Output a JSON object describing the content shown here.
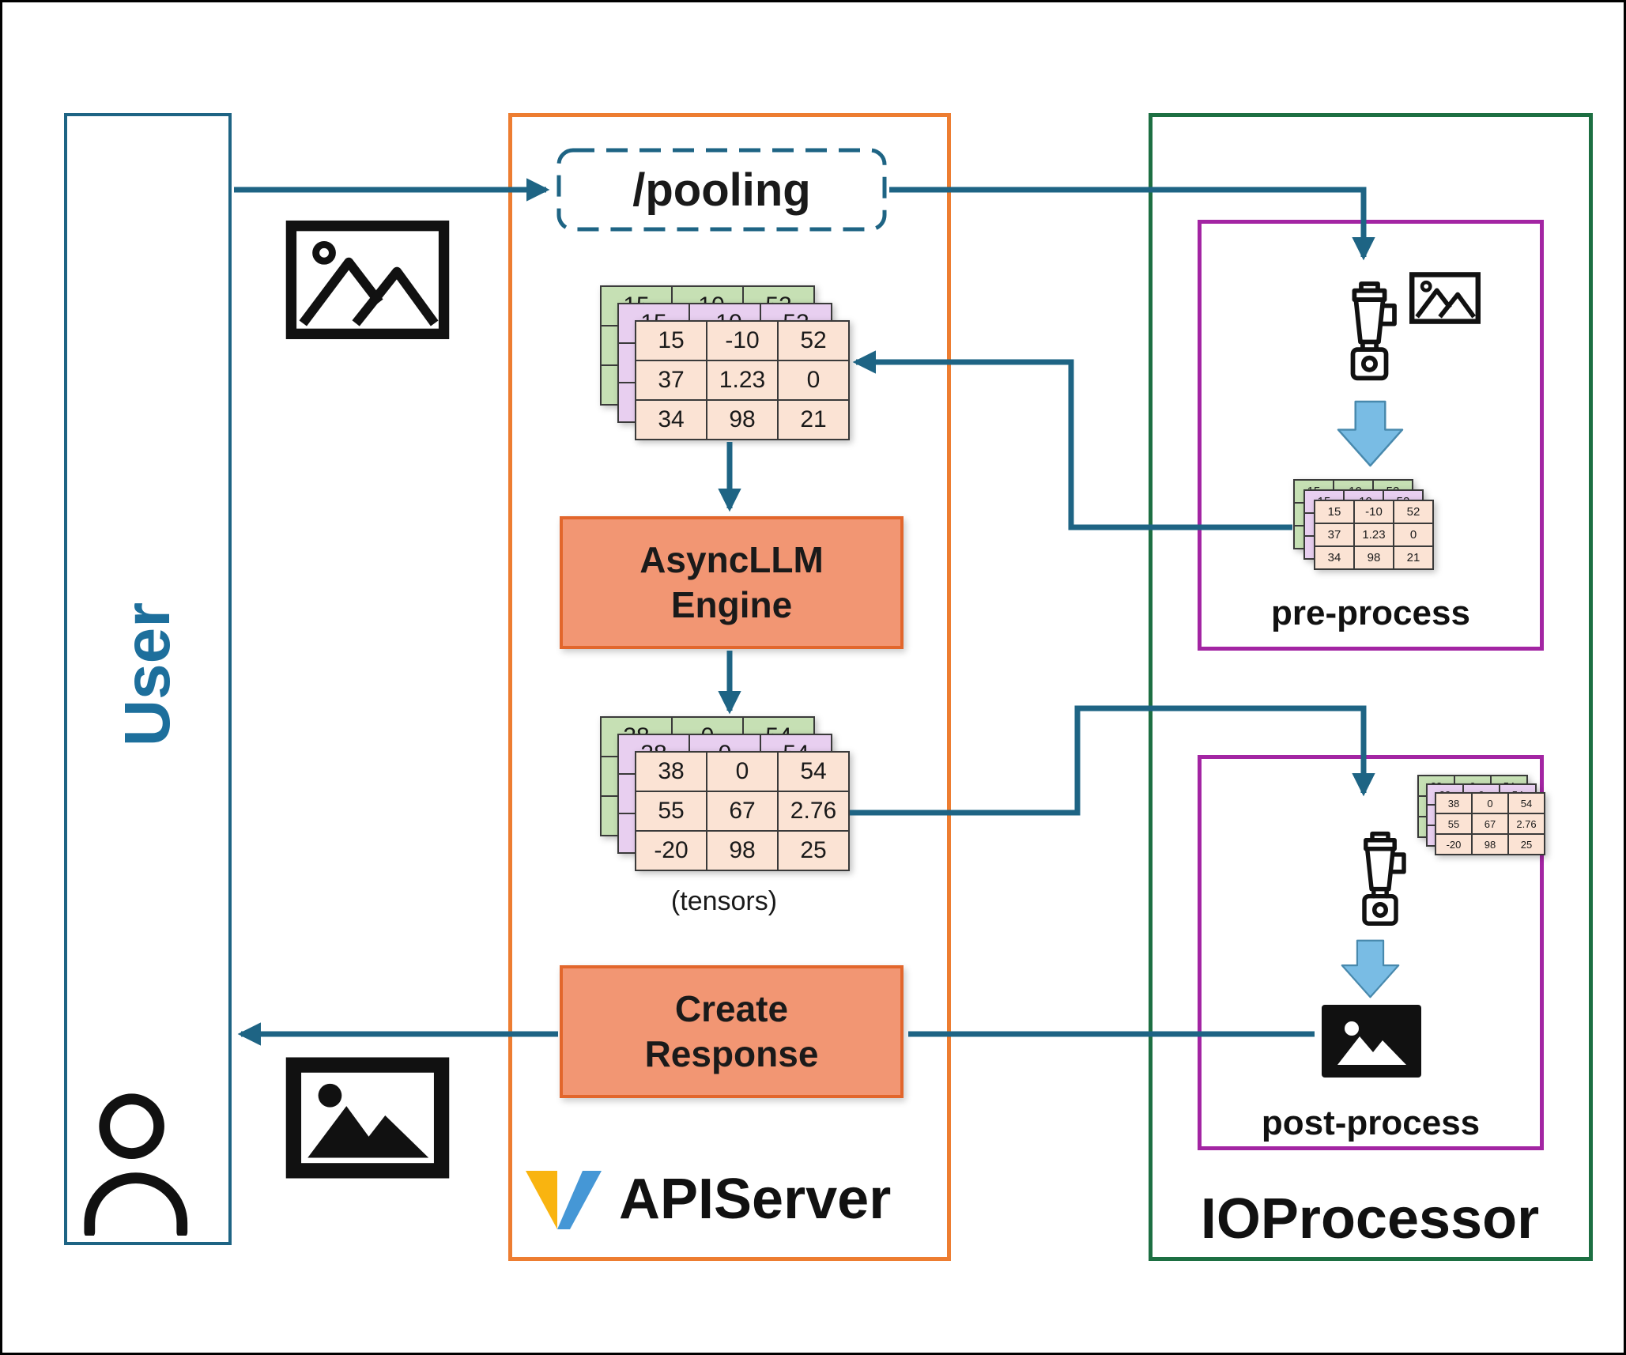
{
  "title": "APIServer / IOProcessor pooling flow diagram",
  "colors": {
    "arrow_teal": "#1e6484",
    "user_border": "#1e6484",
    "user_text": "#1d6f9c",
    "apiserver_border": "#ed7d31",
    "orange_box_fill": "#f29673",
    "orange_box_border": "#e2662c",
    "ioprocessor_border": "#1d6f42",
    "process_box_border": "#a325a3",
    "tensor_green": "#c6e0b4",
    "tensor_lavender": "#e8cff0",
    "tensor_peach": "#fbe3d4",
    "fat_arrow_blue": "#79bce4",
    "logo_yellow": "#f9b410",
    "logo_blue": "#4597d6"
  },
  "user_panel": {
    "label": "User"
  },
  "api_server": {
    "label": "APIServer",
    "endpoint_label": "/pooling",
    "engine_line1": "AsyncLLM",
    "engine_line2": "Engine",
    "tensors_caption": "(tensors)",
    "create_line1": "Create",
    "create_line2": "Response"
  },
  "io_processor": {
    "label": "IOProcessor",
    "preprocess_label": "pre-process",
    "postprocess_label": "post-process"
  },
  "tensor_input": [
    [
      "15",
      "-10",
      "52"
    ],
    [
      "37",
      "1.23",
      "0"
    ],
    [
      "34",
      "98",
      "21"
    ]
  ],
  "tensor_output": [
    [
      "38",
      "0",
      "54"
    ],
    [
      "55",
      "67",
      "2.76"
    ],
    [
      "-20",
      "98",
      "25"
    ]
  ],
  "icons": {
    "person": "person-icon",
    "image_outline": "image-outline-icon",
    "image_filled_frame": "image-filled-frame-icon",
    "image_filled_solid": "image-filled-solid-icon",
    "blender": "blender-icon",
    "fat_arrow_down": "fat-arrow-down-icon",
    "vllm_logo": "vllm-logo"
  }
}
